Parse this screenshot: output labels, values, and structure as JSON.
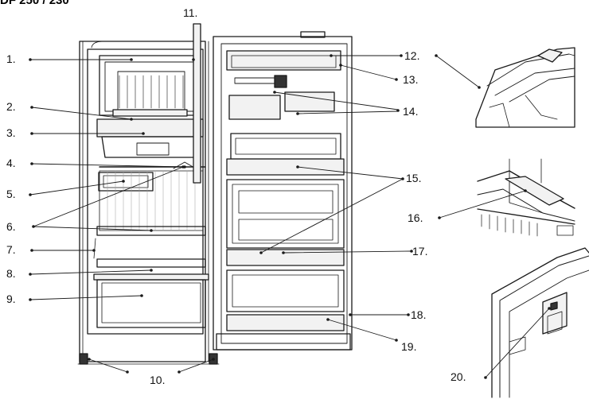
{
  "title": "DF 250 / 230",
  "callouts": [
    "1.",
    "2.",
    "3.",
    "4.",
    "5.",
    "6.",
    "7.",
    "8.",
    "9.",
    "10.",
    "11.",
    "12.",
    "13.",
    "14.",
    "15.",
    "16.",
    "17.",
    "18.",
    "19.",
    "20."
  ],
  "colors": {
    "line": "#1a1a1a",
    "light": "#9a9a9a",
    "fill": "#f2f2f2"
  }
}
